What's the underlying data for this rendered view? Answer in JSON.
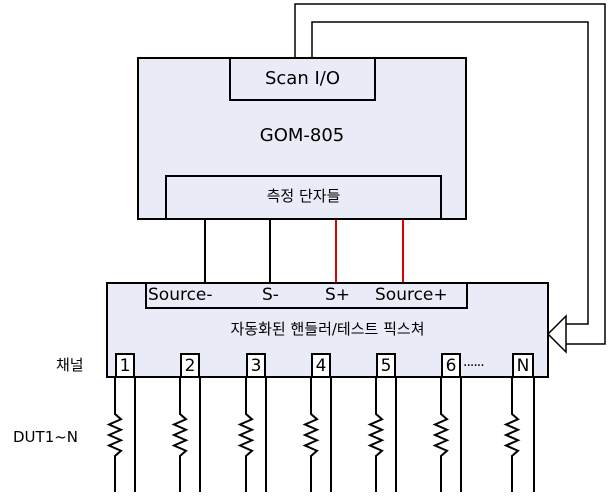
{
  "device": {
    "name": "GOM-805",
    "scan_io": "Scan I/O",
    "measure_terminals": "측정 단자들"
  },
  "fixture": {
    "title": "자동화된 핸들러/테스트 픽스쳐",
    "terminals": [
      "Source-",
      "S-",
      "S+",
      "Source+"
    ]
  },
  "channel_label": "채널",
  "channels": [
    "1",
    "2",
    "3",
    "4",
    "5",
    "6",
    "N"
  ],
  "channel_ellipsis": "······",
  "dut_label": "DUT1~N",
  "colors": {
    "box_fill": "#e9ecf6",
    "sense_wire": "#e00000",
    "wire": "#000000"
  }
}
